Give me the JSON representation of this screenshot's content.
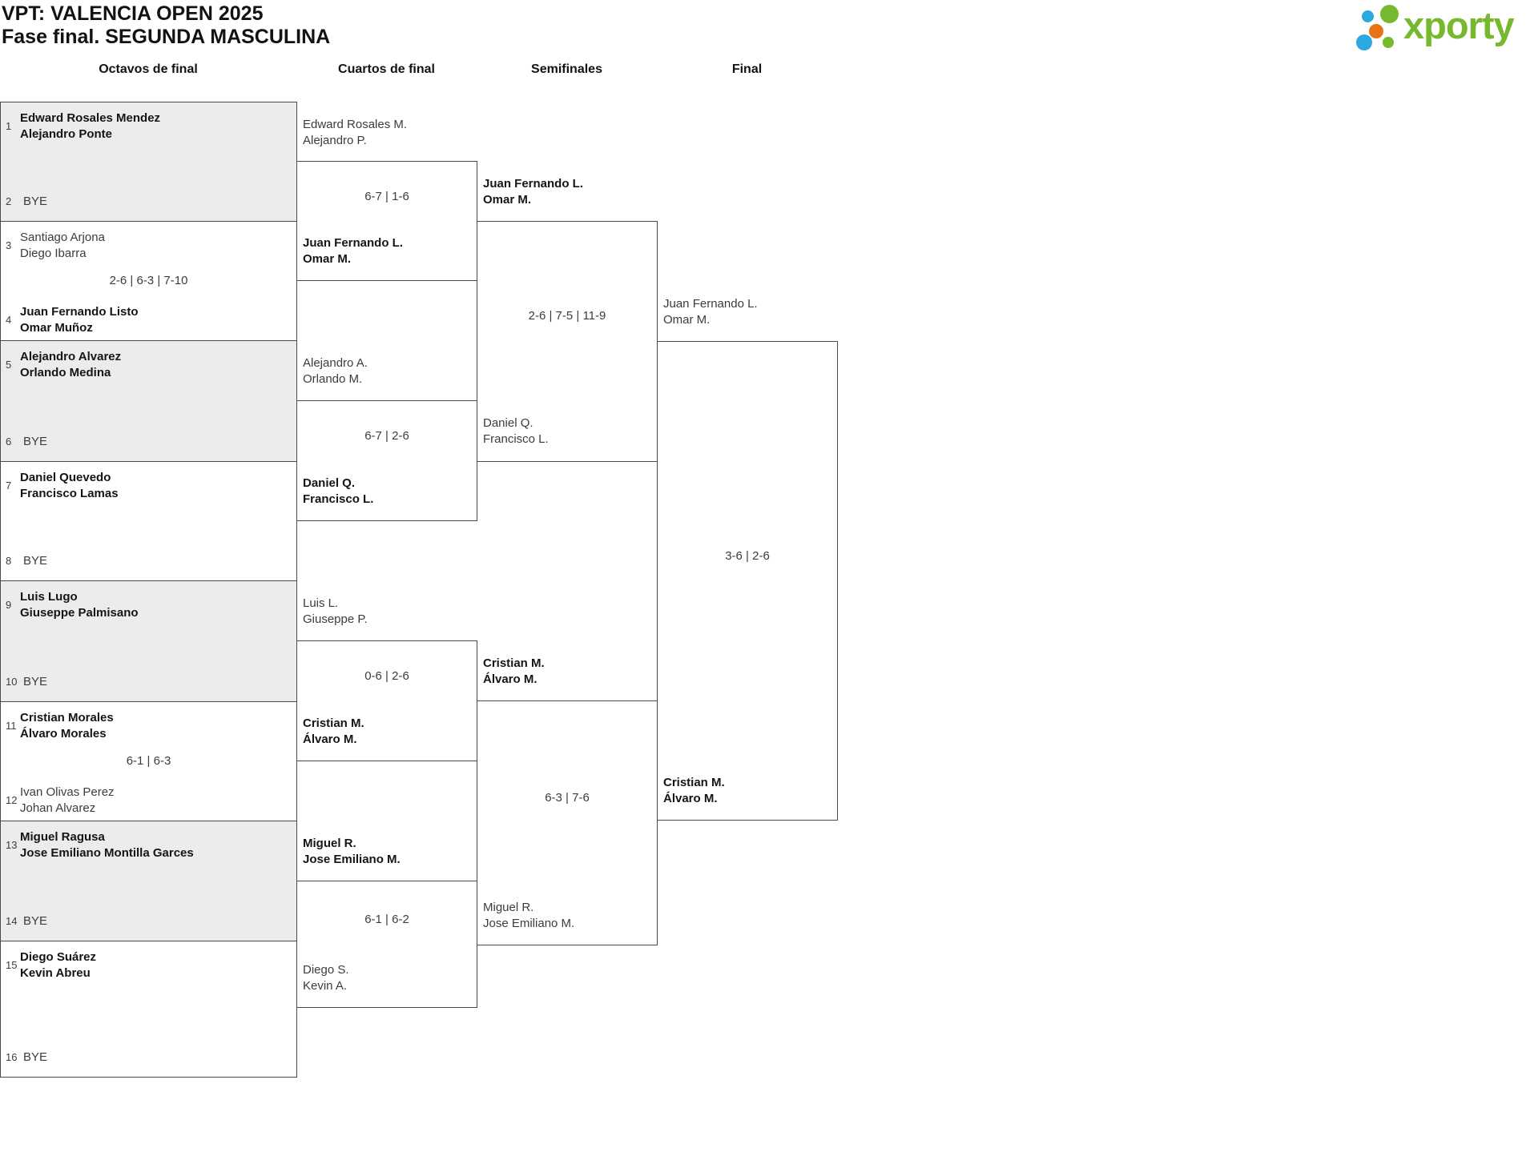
{
  "header": {
    "title_line1": "VPT: VALENCIA OPEN 2025",
    "title_line2": "Fase final. SEGUNDA MASCULINA",
    "logo_text": "xporty",
    "logo_colors": {
      "green": "#76b82e",
      "blue": "#2aa9e0",
      "orange": "#e87312"
    }
  },
  "rounds": [
    "Octavos de final",
    "Cuartos de final",
    "Semifinales",
    "Final"
  ],
  "chart_data": {
    "type": "table",
    "title": "VPT: VALENCIA OPEN 2025 — Fase final. SEGUNDA MASCULINA",
    "structure": "single-elimination bracket, 16 slots, 4 rounds"
  },
  "r16": [
    {
      "seed_a": "1",
      "a": [
        "Edward Rosales Mendez",
        "Alejandro Ponte"
      ],
      "a_bold": true,
      "seed_b": "2",
      "b": [
        "BYE"
      ],
      "b_bold": false,
      "score": ""
    },
    {
      "seed_a": "3",
      "a": [
        "Santiago Arjona",
        "Diego Ibarra"
      ],
      "a_bold": false,
      "seed_b": "4",
      "b": [
        "Juan Fernando Listo",
        "Omar Muñoz"
      ],
      "b_bold": true,
      "score": "2-6 | 6-3 | 7-10"
    },
    {
      "seed_a": "5",
      "a": [
        "Alejandro Alvarez",
        "Orlando Medina"
      ],
      "a_bold": true,
      "seed_b": "6",
      "b": [
        "BYE"
      ],
      "b_bold": false,
      "score": ""
    },
    {
      "seed_a": "7",
      "a": [
        "Daniel Quevedo",
        "Francisco Lamas"
      ],
      "a_bold": true,
      "seed_b": "8",
      "b": [
        "BYE"
      ],
      "b_bold": false,
      "score": ""
    },
    {
      "seed_a": "9",
      "a": [
        "Luis Lugo",
        "Giuseppe Palmisano"
      ],
      "a_bold": true,
      "seed_b": "10",
      "b": [
        "BYE"
      ],
      "b_bold": false,
      "score": ""
    },
    {
      "seed_a": "11",
      "a": [
        "Cristian Morales",
        "Álvaro Morales"
      ],
      "a_bold": true,
      "seed_b": "12",
      "b": [
        "Ivan Olivas Perez",
        "Johan Alvarez"
      ],
      "b_bold": false,
      "score": "6-1 | 6-3"
    },
    {
      "seed_a": "13",
      "a": [
        "Miguel Ragusa",
        "Jose Emiliano Montilla Garces"
      ],
      "a_bold": true,
      "seed_b": "14",
      "b": [
        "BYE"
      ],
      "b_bold": false,
      "score": ""
    },
    {
      "seed_a": "15",
      "a": [
        "Diego Suárez",
        "Kevin Abreu"
      ],
      "a_bold": true,
      "seed_b": "16",
      "b": [
        "BYE"
      ],
      "b_bold": false,
      "score": ""
    }
  ],
  "qf": [
    {
      "a": [
        "Edward Rosales M.",
        "Alejandro P."
      ],
      "a_bold": false,
      "b": [
        "Juan Fernando L.",
        "Omar M."
      ],
      "b_bold": true,
      "score": "6-7 | 1-6"
    },
    {
      "a": [
        "Alejandro A.",
        "Orlando M."
      ],
      "a_bold": false,
      "b": [
        "Daniel Q.",
        "Francisco L."
      ],
      "b_bold": true,
      "score": "6-7 | 2-6"
    },
    {
      "a": [
        "Luis L.",
        "Giuseppe P."
      ],
      "a_bold": false,
      "b": [
        "Cristian M.",
        "Álvaro M."
      ],
      "b_bold": true,
      "score": "0-6 | 2-6"
    },
    {
      "a": [
        "Miguel R.",
        "Jose Emiliano M."
      ],
      "a_bold": true,
      "b": [
        "Diego S.",
        "Kevin A."
      ],
      "b_bold": false,
      "score": "6-1 | 6-2"
    }
  ],
  "sf": [
    {
      "a": [
        "Juan Fernando L.",
        "Omar M."
      ],
      "a_bold": true,
      "b": [
        "Daniel Q.",
        "Francisco L."
      ],
      "b_bold": false,
      "score": "2-6 | 7-5 | 11-9"
    },
    {
      "a": [
        "Cristian M.",
        "Álvaro M."
      ],
      "a_bold": true,
      "b": [
        "Miguel R.",
        "Jose Emiliano M."
      ],
      "b_bold": false,
      "score": "6-3 | 7-6"
    }
  ],
  "final": [
    {
      "a": [
        "Juan Fernando L.",
        "Omar M."
      ],
      "a_bold": false,
      "b": [
        "Cristian M.",
        "Álvaro M."
      ],
      "b_bold": true,
      "score": "3-6 | 2-6"
    }
  ]
}
